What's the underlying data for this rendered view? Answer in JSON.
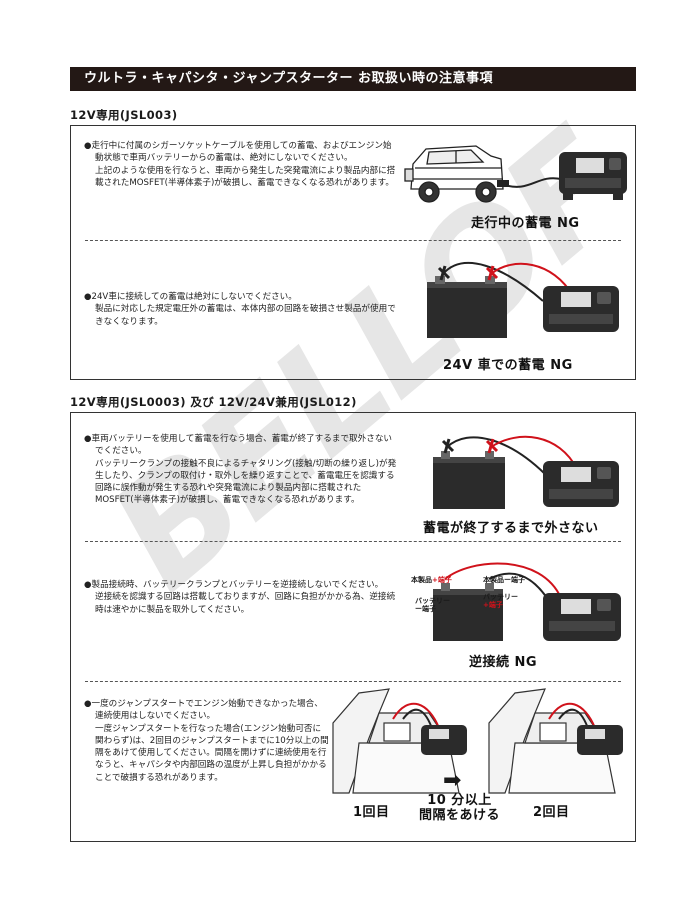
{
  "banner_title": "ウルトラ・キャパシタ・ジャンプスターター お取扱い時の注意事項",
  "watermark": "BELLOF",
  "section1": {
    "title": "12V専用(JSL003)",
    "note1": {
      "lead": "●走行中に付属のシガーソケットケーブルを使用しての蓄電、およびエンジン始動状態で車両バッテリーからの蓄電は、絶対にしないでください。",
      "body": "上記のような使用を行なうと、車両から発生した突発電流により製品内部に搭載されたMOSFET(半導体素子)が破損し、蓄電できなくなる恐れがあります。",
      "caption": "走行中の蓄電 NG"
    },
    "note2": {
      "lead": "●24V車に接続しての蓄電は絶対にしないでください。",
      "body": "製品に対応した規定電圧外の蓄電は、本体内部の回路を破損させ製品が使用できなくなります。",
      "caption": "24V 車での蓄電 NG"
    }
  },
  "section2": {
    "title": "12V専用(JSL0003) 及び 12V/24V兼用(JSL012)",
    "note1": {
      "lead": "●車両バッテリーを使用して蓄電を行なう場合、蓄電が終了するまで取外さないでください。",
      "body": "バッテリークランプの接触不良によるチャタリング(接触/切断の繰り返し)が発生したり、クランプの取付け・取外しを繰り返すことで、蓄電電圧を認識する回路に誤作動が発生する恐れや突発電流により製品内部に搭載されたMOSFET(半導体素子)が破損し、蓄電できなくなる恐れがあります。",
      "caption": "蓄電が終了するまで外さない"
    },
    "note2": {
      "lead": "●製品接続時、バッテリークランプとバッテリーを逆接続しないでください。",
      "body": "逆接続を認識する回路は搭載しておりますが、回路に負担がかかる為、逆接続時は速やかに製品を取外してください。",
      "caption": "逆接続 NG",
      "labels": {
        "product_plus": "本製品",
        "plus_terminal": "+端子",
        "product_minus": "本製品",
        "minus_terminal": "ー端子",
        "battery_minus": "バッテリー",
        "battery_minus_b": "ー端子",
        "battery_plus": "バッテリー",
        "battery_plus_b": "+端子"
      }
    },
    "note3": {
      "lead": "●一度のジャンプスタートでエンジン始動できなかった場合、連続使用はしないでください。",
      "body": "一度ジャンプスタートを行なった場合(エンジン始動可否に関わらず)は、2回目のジャンプスタートまでに10分以上の間隔をあけて使用してください。間隔を開けずに連続使用を行なうと、キャパシタや内部回路の温度が上昇し負担がかかることで破損する恐れがあります。",
      "first_label": "1回目",
      "interval_line1": "10 分以上",
      "interval_line2": "間隔をあける",
      "second_label": "2回目"
    }
  },
  "colors": {
    "banner_bg": "#231815",
    "clamp_red": "#d0121b",
    "device_body": "#2b2b2b"
  }
}
